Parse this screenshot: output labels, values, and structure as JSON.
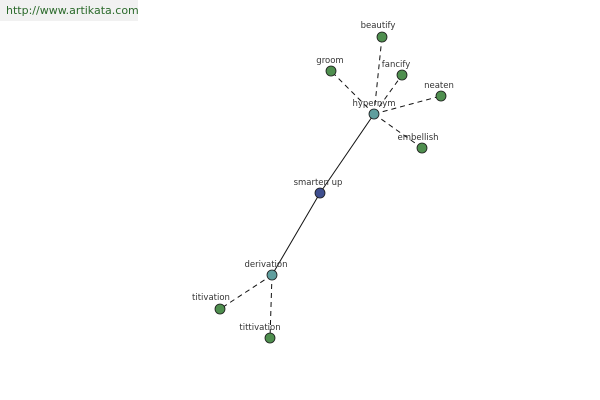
{
  "credit": {
    "text": "http://www.artikata.com"
  },
  "graph": {
    "nodes": [
      {
        "id": "smarten-up",
        "label": "smarten up",
        "kind": "term"
      },
      {
        "id": "hypernym",
        "label": "hypernym",
        "kind": "relation"
      },
      {
        "id": "derivation",
        "label": "derivation",
        "kind": "relation"
      },
      {
        "id": "beautify",
        "label": "beautify",
        "kind": "word"
      },
      {
        "id": "groom",
        "label": "groom",
        "kind": "word"
      },
      {
        "id": "fancify",
        "label": "fancify",
        "kind": "word"
      },
      {
        "id": "neaten",
        "label": "neaten",
        "kind": "word"
      },
      {
        "id": "embellish",
        "label": "embellish",
        "kind": "word"
      },
      {
        "id": "titivation",
        "label": "titivation",
        "kind": "word"
      },
      {
        "id": "tittivation",
        "label": "tittivation",
        "kind": "word"
      }
    ],
    "edges": [
      {
        "from": "smarten-up",
        "to": "hypernym",
        "style": "solid"
      },
      {
        "from": "smarten-up",
        "to": "derivation",
        "style": "solid"
      },
      {
        "from": "hypernym",
        "to": "beautify",
        "style": "dashed"
      },
      {
        "from": "hypernym",
        "to": "groom",
        "style": "dashed"
      },
      {
        "from": "hypernym",
        "to": "fancify",
        "style": "dashed"
      },
      {
        "from": "hypernym",
        "to": "neaten",
        "style": "dashed"
      },
      {
        "from": "hypernym",
        "to": "embellish",
        "style": "dashed"
      },
      {
        "from": "derivation",
        "to": "titivation",
        "style": "dashed"
      },
      {
        "from": "derivation",
        "to": "tittivation",
        "style": "dashed"
      }
    ]
  },
  "colors": {
    "term": "#3f4f8f",
    "relation": "#5f9e9e",
    "word": "#4f8f4f"
  }
}
